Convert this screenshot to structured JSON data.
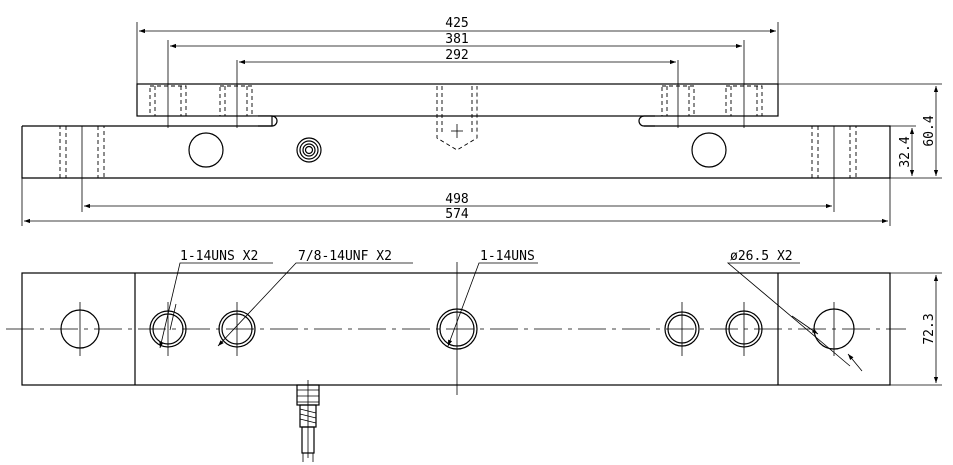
{
  "colors": {
    "line": "#000000",
    "background": "#ffffff"
  },
  "dimensions": {
    "d425": "425",
    "d381": "381",
    "d292": "292",
    "d498": "498",
    "d574": "574",
    "d60_4": "60.4",
    "d32_4": "32.4",
    "d72_3": "72.3"
  },
  "callouts": {
    "c1": "1-14UNS  X2",
    "c2": "7/8-14UNF  X2",
    "c3": "1-14UNS",
    "c4": "ø26.5  X2"
  }
}
